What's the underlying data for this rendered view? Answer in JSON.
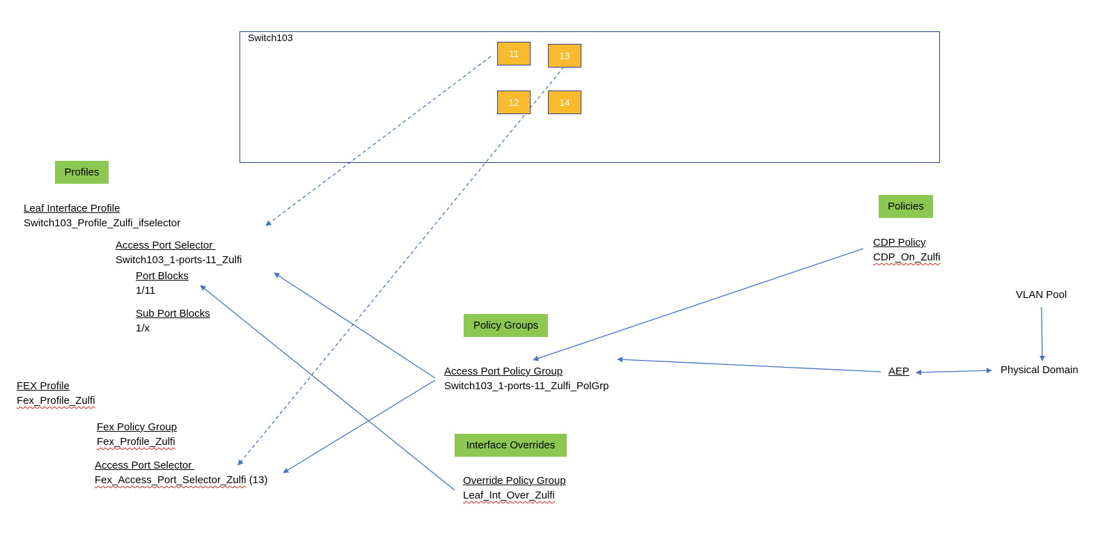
{
  "switch": {
    "name": "Switch103",
    "ports": [
      "11",
      "13",
      "12",
      "14"
    ]
  },
  "sections": {
    "profiles": "Profiles",
    "policies": "Policies",
    "policy_groups": "Policy Groups",
    "interface_overrides": "Interface Overrides"
  },
  "leaf_interface_profile": {
    "heading": "Leaf Interface Profile",
    "value": "Switch103_Profile_Zulfi_ifselector"
  },
  "access_port_selector_1": {
    "heading": "Access Port Selector ",
    "value": "Switch103_1-ports-11_Zulfi"
  },
  "port_blocks": {
    "heading": "Port Blocks",
    "value": "1/11"
  },
  "sub_port_blocks": {
    "heading": "Sub Port Blocks",
    "value": "1/x"
  },
  "fex_profile": {
    "heading": "FEX Profile",
    "value": "Fex_Profile_Zulfi"
  },
  "fex_policy_group": {
    "heading": "Fex Policy Group",
    "value": "Fex_Profile_Zulfi"
  },
  "access_port_selector_2": {
    "heading": "Access Port Selector ",
    "value": "Fex_Access_Port_Selector_Zulfi",
    "suffix": " (13)"
  },
  "access_port_policy_group": {
    "heading": "Access Port Policy Group",
    "value": "Switch103_1-ports-11_Zulfi_PolGrp"
  },
  "override_policy_group": {
    "heading": "Override Policy Group",
    "value": "Leaf_Int_Over_Zulfi"
  },
  "cdp_policy": {
    "heading": "CDP Policy",
    "value": "CDP_On_Zulfi"
  },
  "vlan_pool": "VLAN Pool",
  "aep": "AEP",
  "physical_domain": "Physical Domain",
  "colors": {
    "line": "#4472c4",
    "port_fill": "#f9bb2d",
    "badge_fill": "#8cc751",
    "box_border": "#2e3f8f"
  }
}
